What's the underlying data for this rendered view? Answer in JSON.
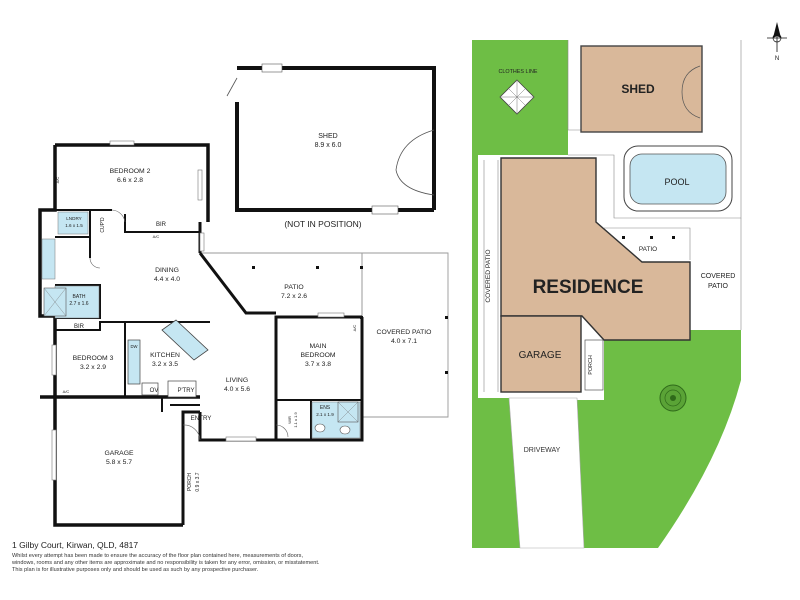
{
  "floor_plan": {
    "rooms": {
      "shed": {
        "name": "SHED",
        "dims": "8.9 x 6.0"
      },
      "not_in_position": "(NOT IN POSITION)",
      "bedroom2": {
        "name": "BEDROOM 2",
        "dims": "6.6 x 2.8"
      },
      "lndry": {
        "name": "LNDRY",
        "dims": "1.6 x 1.5"
      },
      "cupd": "CUP'D",
      "bir": "BIR",
      "ac": "A/C",
      "bath": {
        "name": "BATH",
        "dims": "2.7 x 1.6"
      },
      "dining": {
        "name": "DINING",
        "dims": "4.4 x 4.0"
      },
      "patio": {
        "name": "PATIO",
        "dims": "7.2 x 2.6"
      },
      "covered_patio": {
        "name": "COVERED PATIO",
        "dims": "4.0 x 7.1"
      },
      "bedroom3": {
        "name": "BEDROOM 3",
        "dims": "3.2 x 2.9"
      },
      "kitchen": {
        "name": "KITCHEN",
        "dims": "3.2 x 3.5"
      },
      "main_bedroom": {
        "name": "MAIN",
        "name2": "BEDROOM",
        "dims": "3.7 x 3.8"
      },
      "living": {
        "name": "LIVING",
        "dims": "4.0 x 5.6"
      },
      "dw": "DW",
      "ov": "OV",
      "ptry": "P'TRY",
      "entry": "ENTRY",
      "wir": {
        "name": "WIR",
        "dims": "1.1 x 1.9"
      },
      "ens": {
        "name": "ENS",
        "dims": "2.1 x 1.9"
      },
      "garage": {
        "name": "GARAGE",
        "dims": "5.8 x 5.7"
      },
      "porch": {
        "name": "PORCH",
        "dims": "0.9 x 3.7"
      }
    }
  },
  "site_plan": {
    "clothes_line": "CLOTHES LINE",
    "shed": "SHED",
    "pool": "POOL",
    "patio": "PATIO",
    "covered_patio_left": "COVERED PATIO",
    "covered_patio_right_1": "COVERED",
    "covered_patio_right_2": "PATIO",
    "residence": "RESIDENCE",
    "garage": "GARAGE",
    "porch": "PORCH",
    "driveway": "DRIVEWAY",
    "north": "N"
  },
  "footer": {
    "address": "1 Gilby Court, Kirwan, QLD, 4817",
    "disclaimer_1": "Whilst every attempt has been made to ensure the accuracy of the floor plan contained here, measurements of doors,",
    "disclaimer_2": "windows, rooms and any other items are approximate and no responsibility is taken for any error, omission, or misstatement.",
    "disclaimer_3": "This plan is for illustrative purposes only and should be used as such by any prospective purchaser."
  },
  "colors": {
    "lawn": "#6ebe45",
    "building": "#d9b89a",
    "pool_water": "#c5e6f2",
    "wet_area": "#c5e6f2",
    "wall": "#111111"
  }
}
